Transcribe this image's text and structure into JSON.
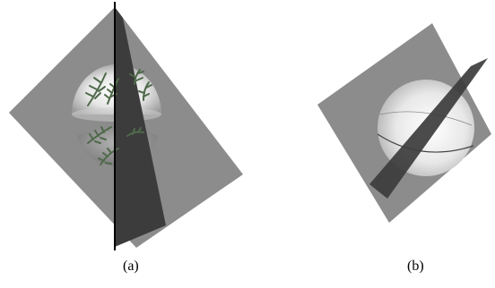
{
  "panels": [
    {
      "id": "a",
      "caption": "(a)"
    },
    {
      "id": "b",
      "caption": "(b)"
    }
  ],
  "colors": {
    "plane_light": "#8c8c8c",
    "plane_dark": "#3c3c3c",
    "sphere_highlight": "#ffffff",
    "sphere_shadow": "#bdbdbd",
    "foliage": "#4f6a4a",
    "axis": "#000000"
  }
}
